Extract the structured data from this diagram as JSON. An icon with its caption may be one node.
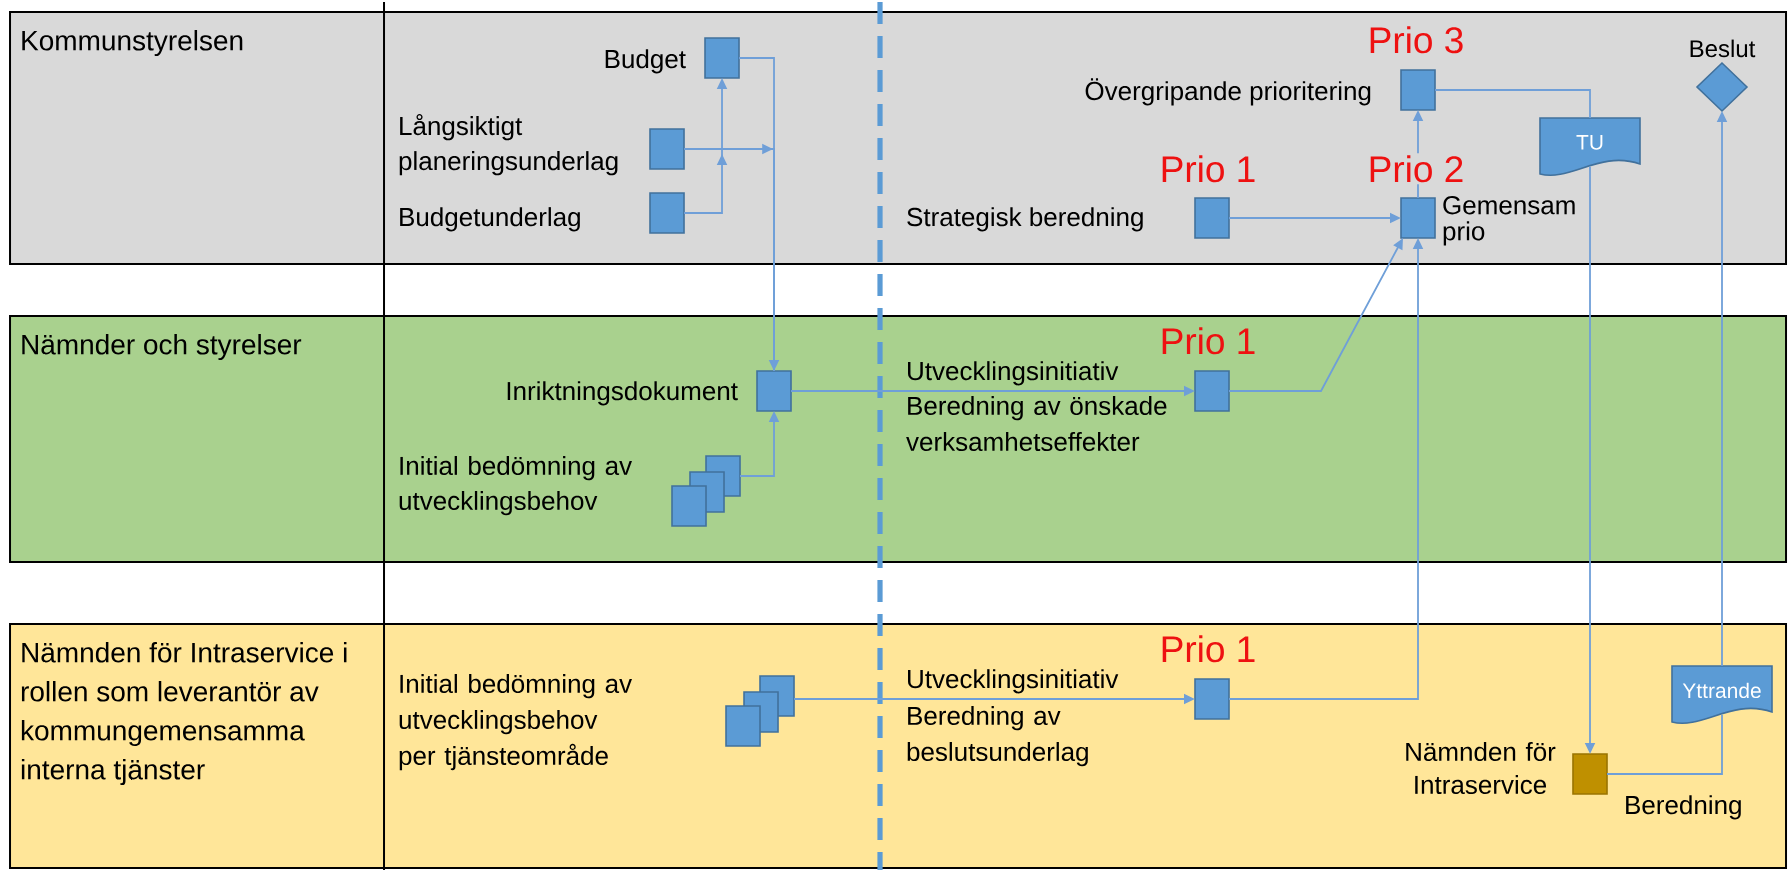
{
  "diagram": {
    "nodes": [
      {
        "text": [
          "Kommunstyrelsen"
        ]
      },
      {
        "text": [],
        "shape": "box",
        "in": 0,
        "beside": [
          "Budget"
        ]
      },
      {
        "text": [],
        "shape": "box",
        "in": 0,
        "beside": [
          "Långsiktigt planeringsunderlag"
        ]
      },
      {
        "text": [],
        "shape": "box",
        "in": 0,
        "beside": [
          "Budgetunderlag"
        ]
      },
      {
        "text": [],
        "shape": "box",
        "in": 0,
        "beside": [
          "Prio 3",
          "Övergripande prioritering"
        ]
      },
      {
        "text": [
          "TU"
        ],
        "in": 0
      },
      {
        "text": [],
        "shape": "diamond",
        "in": 0,
        "beside": [
          "Beslut"
        ]
      },
      {
        "text": [],
        "shape": "box",
        "in": 0,
        "beside": [
          "Prio 1",
          "Strategisk beredning"
        ]
      },
      {
        "text": [],
        "shape": "box",
        "in": 0,
        "beside": [
          "Prio 2",
          "Gemensam prio"
        ]
      },
      {
        "text": [
          "Nämnder och styrelser"
        ]
      },
      {
        "text": [],
        "shape": "box",
        "in": 9,
        "beside": [
          "Inriktningsdokument"
        ]
      },
      {
        "text": [],
        "shape": "stack",
        "in": 9,
        "beside": [
          "Initial bedömning av utvecklingsbehov"
        ]
      },
      {
        "text": [],
        "shape": "box",
        "in": 9,
        "beside": [
          "Prio 1",
          "Utvecklingsinitiativ",
          "Beredning av önskade verksamhetseffekter"
        ]
      },
      {
        "text": [
          "Nämnden för Intraservice i rollen som leverantör av kommungemensamma interna tjänster"
        ]
      },
      {
        "text": [],
        "shape": "stack",
        "in": 13,
        "beside": [
          "Initial bedömning av utvecklingsbehov per tjänsteområde"
        ]
      },
      {
        "text": [],
        "shape": "box",
        "in": 13,
        "beside": [
          "Prio 1",
          "Utvecklingsinitiativ",
          "Beredning av beslutsunderlag"
        ]
      },
      {
        "text": [],
        "shape": "box",
        "in": 13,
        "beside": [
          "Nämnden för Intraservice"
        ]
      },
      {
        "text": [
          "Yttrande"
        ],
        "in": 13
      }
    ],
    "edges": [
      {
        "from": 3,
        "to": 1,
        "arrow": "to"
      },
      {
        "from": 1,
        "to": 10,
        "arrow": "to"
      },
      {
        "from": 2,
        "to": 10,
        "arrow": "to"
      },
      {
        "from": 11,
        "to": 10,
        "arrow": "to"
      },
      {
        "from": 10,
        "to": 12,
        "arrow": "to"
      },
      {
        "from": 12,
        "to": 8,
        "arrow": "to"
      },
      {
        "from": 15,
        "to": 8,
        "arrow": "to"
      },
      {
        "from": 7,
        "to": 8,
        "arrow": "to"
      },
      {
        "from": 8,
        "to": 4,
        "arrow": "to"
      },
      {
        "from": 4,
        "to": 5,
        "arrow": "none"
      },
      {
        "from": 5,
        "to": 16,
        "arrow": "to"
      },
      {
        "from": 16,
        "to": 17,
        "arrow": "none",
        "label": "Beredning"
      },
      {
        "from": 17,
        "to": 6,
        "arrow": "to"
      },
      {
        "from": 14,
        "to": 15,
        "arrow": "to"
      }
    ]
  }
}
